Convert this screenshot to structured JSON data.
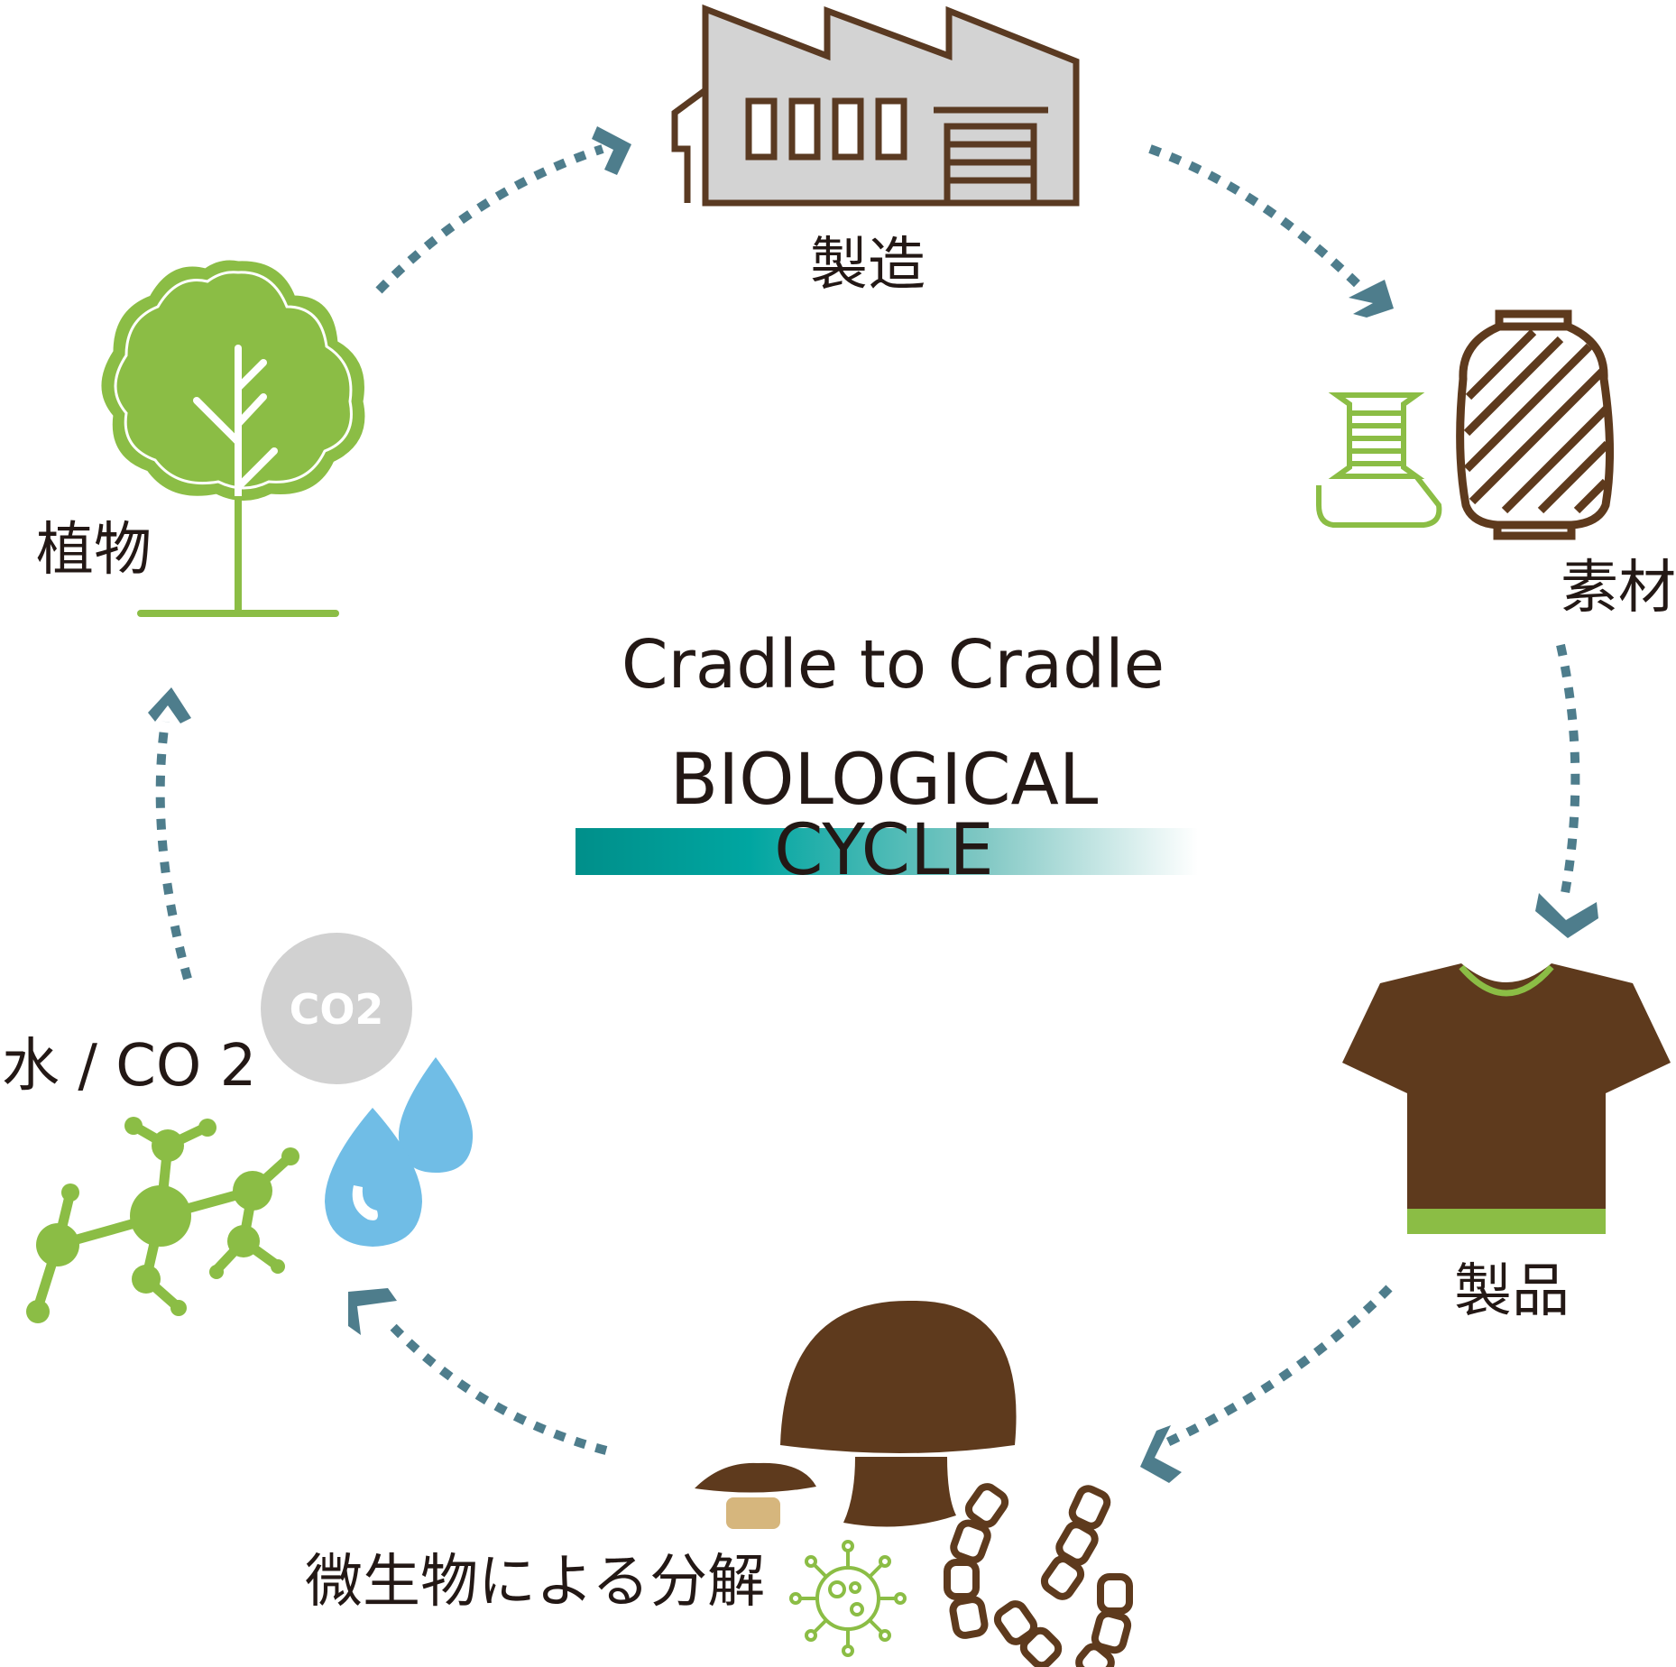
{
  "title": "Cradle to Cradle",
  "subtitle": "BIOLOGICAL CYCLE",
  "nodes": {
    "manufacturing": "製造",
    "material": "素材",
    "product": "製品",
    "decomposition": "微生物による分解",
    "water_co2": "水 / CO 2",
    "plant": "植物"
  },
  "co2_badge": "CO2",
  "colors": {
    "arrow": "#4e7d8c",
    "green": "#8bbd45",
    "brown": "#5e3a1d",
    "factory_fill": "#d3d3d3",
    "factory_line": "#5a3a22",
    "water": "#70bde6",
    "co2_circle": "#d1d1d1",
    "gradient_start": "#008f8a",
    "gradient_mid": "#00a6a1"
  }
}
